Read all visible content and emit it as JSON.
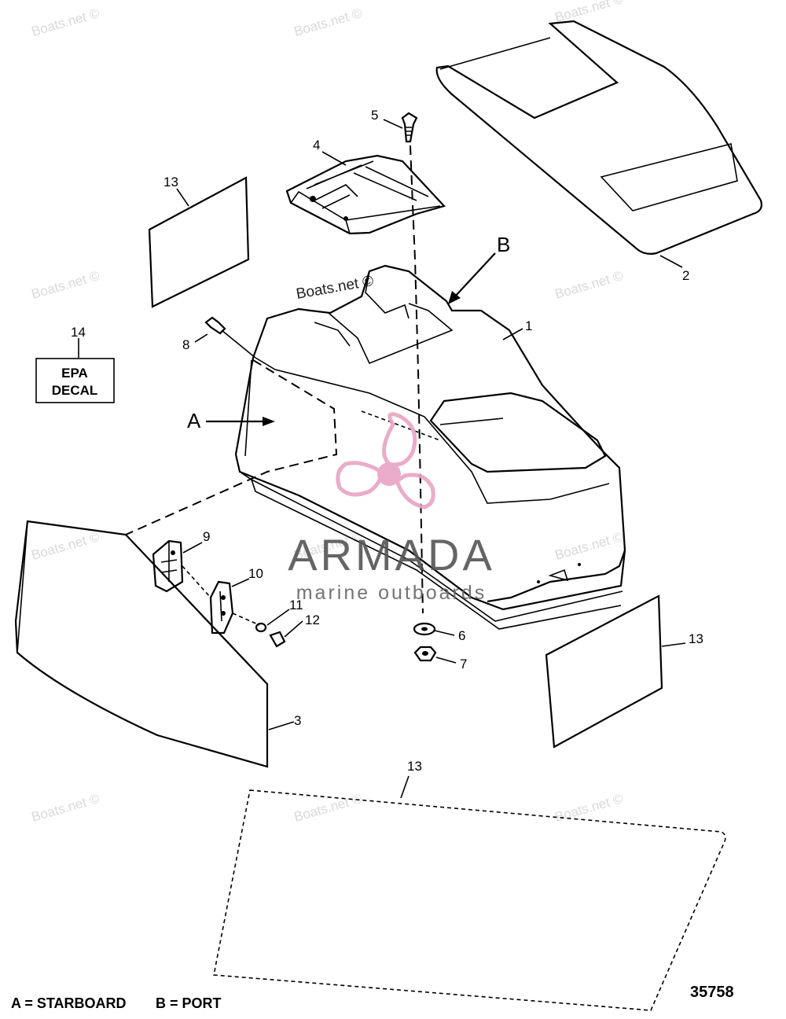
{
  "watermarks": {
    "site": "Boats.net ©",
    "site_inline": "Boats.net ©"
  },
  "callouts": {
    "c1": "1",
    "c2": "2",
    "c3": "3",
    "c4": "4",
    "c5": "5",
    "c6": "6",
    "c7": "7",
    "c8": "8",
    "c9": "9",
    "c10": "10",
    "c11": "11",
    "c12": "12",
    "c13a": "13",
    "c13b": "13",
    "c13c": "13",
    "c14": "14"
  },
  "view_labels": {
    "a": "A",
    "b": "B"
  },
  "epa_decal": {
    "line1": "EPA",
    "line2": "DECAL"
  },
  "logo": {
    "name": "ARMADA",
    "tagline": "marine outboards",
    "color": "#e8a4c4",
    "text_color": "#555555"
  },
  "legend": {
    "starboard": "A = STARBOARD",
    "port": "B = PORT"
  },
  "drawing_number": "35758"
}
